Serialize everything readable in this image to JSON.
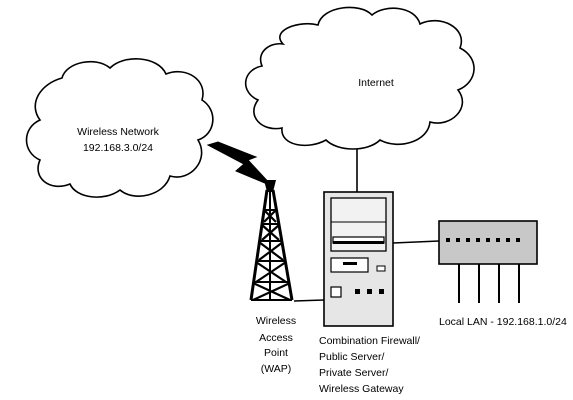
{
  "clouds": {
    "internet": {
      "label": "Internet"
    },
    "wireless": {
      "label_line1": "Wireless Network",
      "label_line2": "192.168.3.0/24"
    }
  },
  "wap": {
    "label_lines": [
      "Wireless",
      "Access",
      "Point",
      "(WAP)"
    ]
  },
  "server": {
    "label_lines": [
      "Combination Firewall/",
      "Public Server/",
      "Private Server/",
      "Wireless Gateway"
    ]
  },
  "lan": {
    "label": "Local LAN - 192.168.1.0/24"
  },
  "colors": {
    "cloud_fill": "#ffffff",
    "stroke": "#000000",
    "tower_base": "#ffffff",
    "switch_fill": "#c8c8c8",
    "server_fill": "#e6e6e6"
  }
}
